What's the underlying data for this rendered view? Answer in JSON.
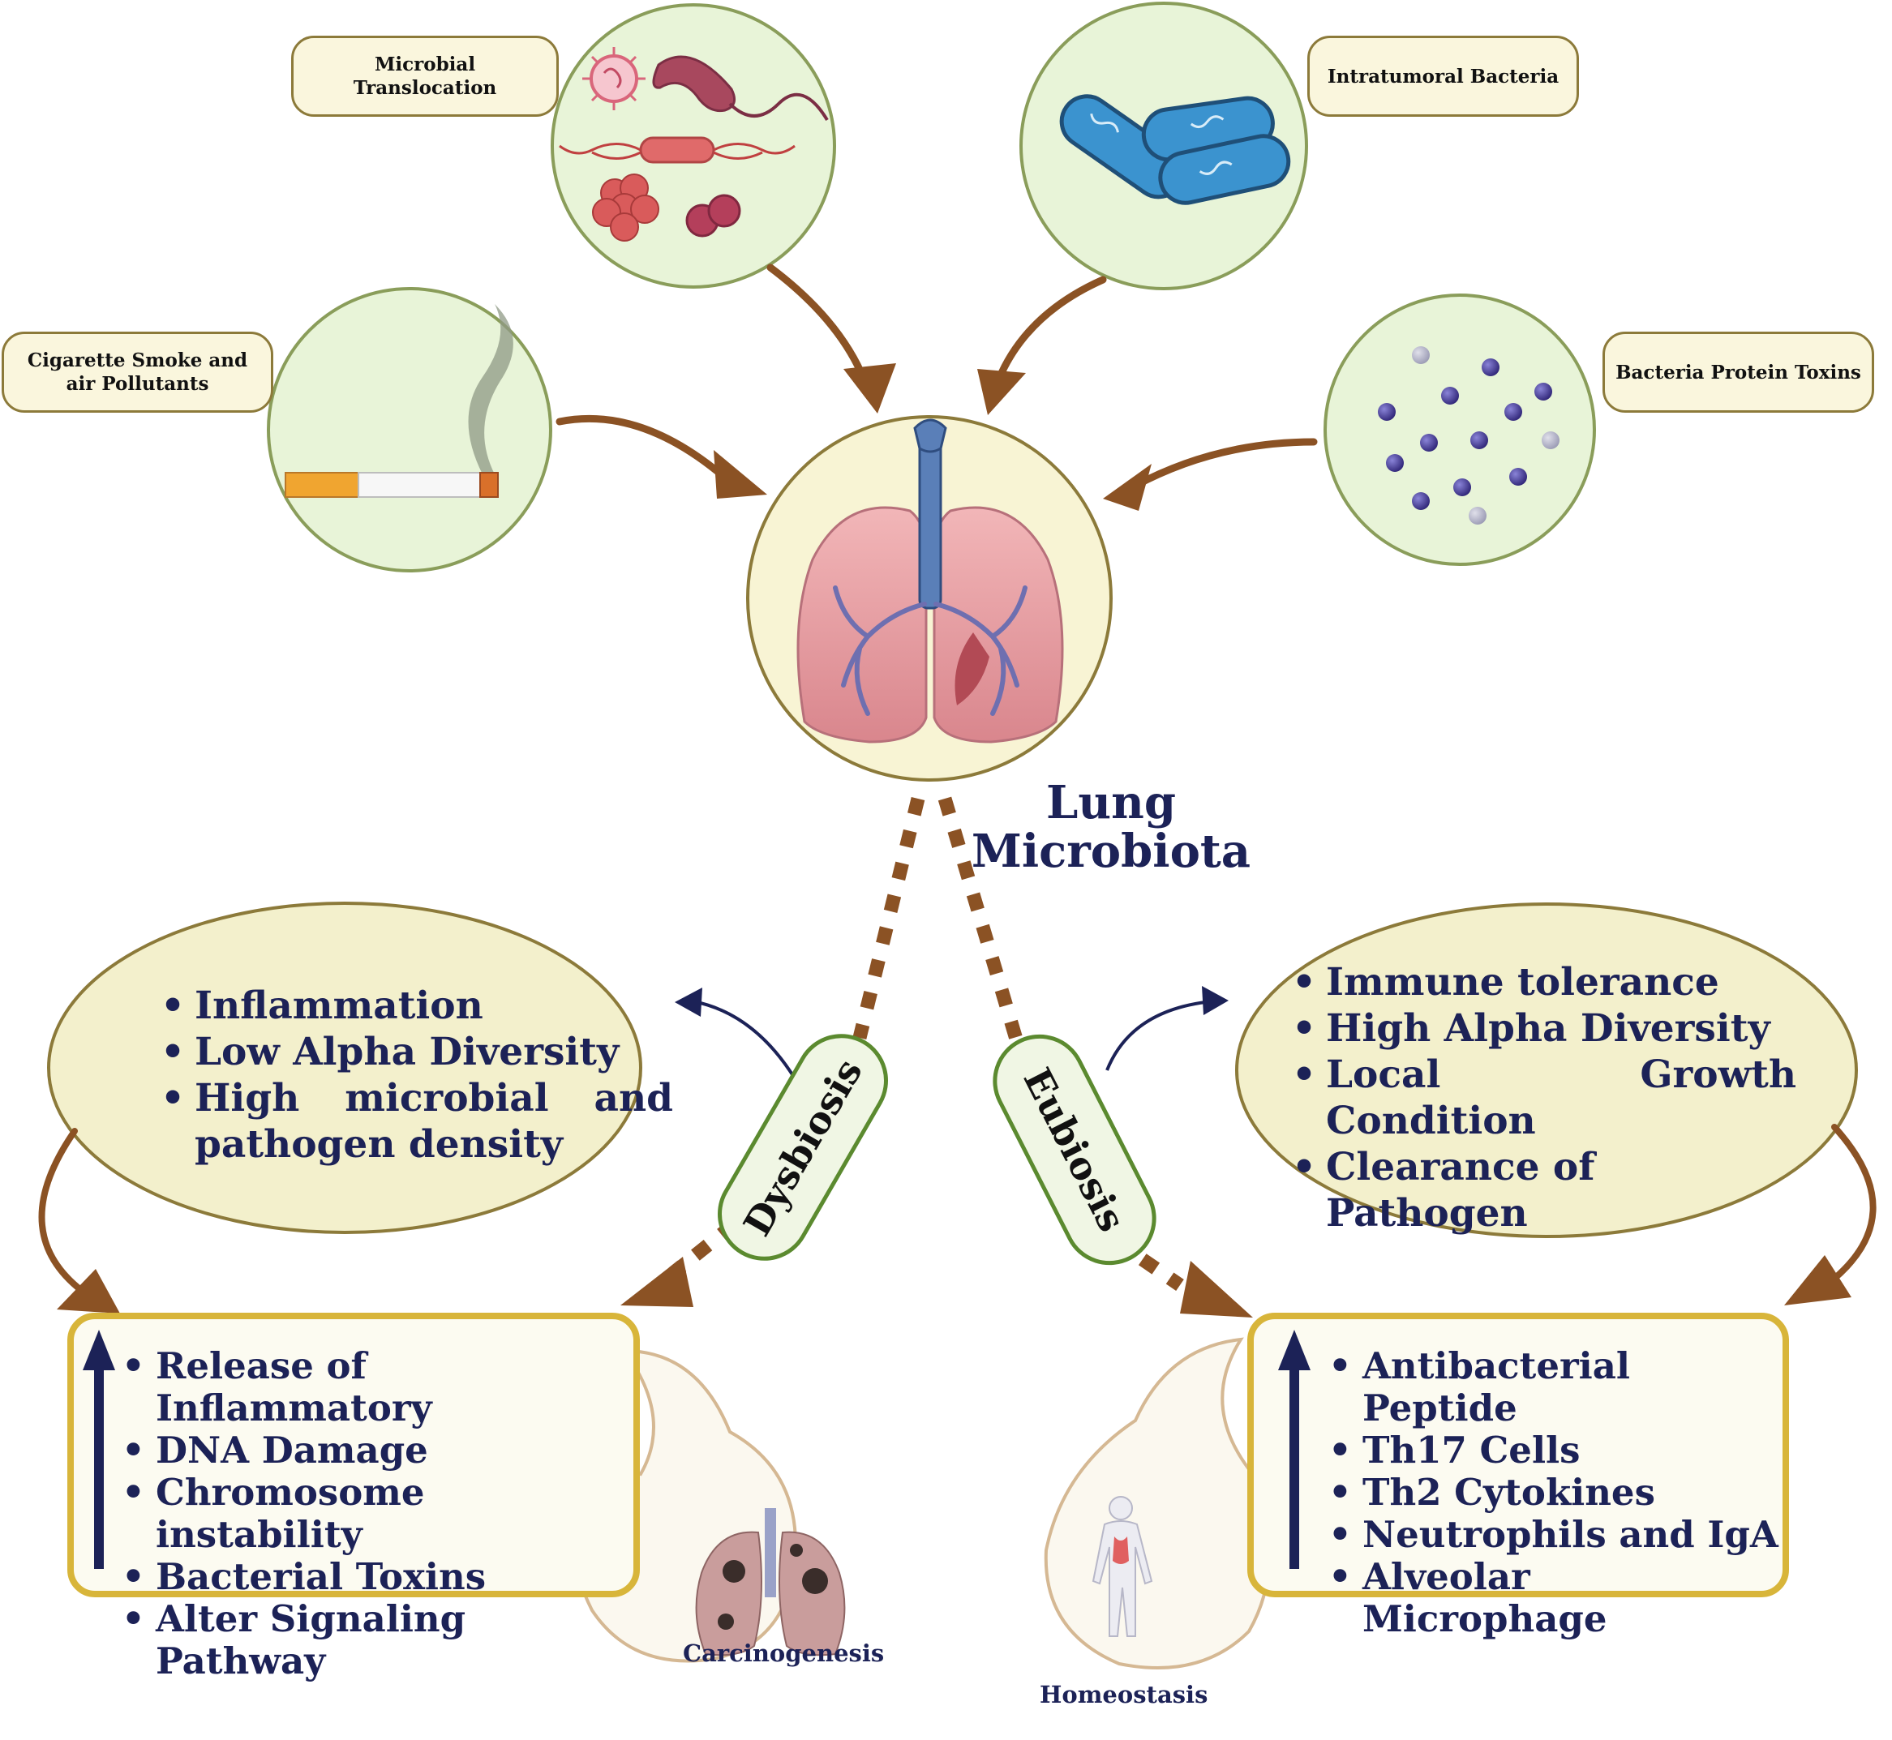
{
  "center": {
    "title_line1": "Lung",
    "title_line2": "Microbiota"
  },
  "sources": [
    {
      "id": "microbial",
      "label_lines": [
        "Microbial",
        "Translocation"
      ]
    },
    {
      "id": "intratumoral",
      "label_lines": [
        "Intratumoral Bacteria"
      ]
    },
    {
      "id": "smoke",
      "label_lines": [
        "Cigarette Smoke and",
        "air Pollutants"
      ]
    },
    {
      "id": "toxins",
      "label_lines": [
        "Bacteria Protein Toxins"
      ]
    }
  ],
  "dysbiosis": {
    "label": "Dysbiosis",
    "features": [
      "Inflammation",
      "Low Alpha Diversity",
      "High microbial and pathogen density"
    ],
    "effects": [
      "Release of Inflammatory",
      "DNA Damage",
      "Chromosome instability",
      "Bacterial Toxins",
      "Alter Signaling Pathway"
    ],
    "outcome": "Carcinogenesis"
  },
  "eubiosis": {
    "label": "Eubiosis",
    "features": [
      "Immune tolerance",
      "High Alpha  Diversity",
      "Local Growth Condition",
      "Clearance of Pathogen"
    ],
    "effects": [
      "Antibacterial Peptide",
      "Th17 Cells",
      "Th2 Cytokines",
      "Neutrophils and IgA",
      "Alveolar Microphage"
    ],
    "outcome": "Homeostasis"
  },
  "colors": {
    "brown_arrow": "#8b5224",
    "circle_green_fill": "#e8f4d8",
    "circle_green_stroke": "#8a9d5a",
    "center_fill": "#f8f4d4",
    "center_stroke": "#8c7a3a",
    "ellipse_fill": "#f3f0cc",
    "box_stroke": "#d8b53a",
    "pill_stroke": "#5b8a2f",
    "pill_fill": "#f0f6e4",
    "navy": "#1c2257"
  }
}
